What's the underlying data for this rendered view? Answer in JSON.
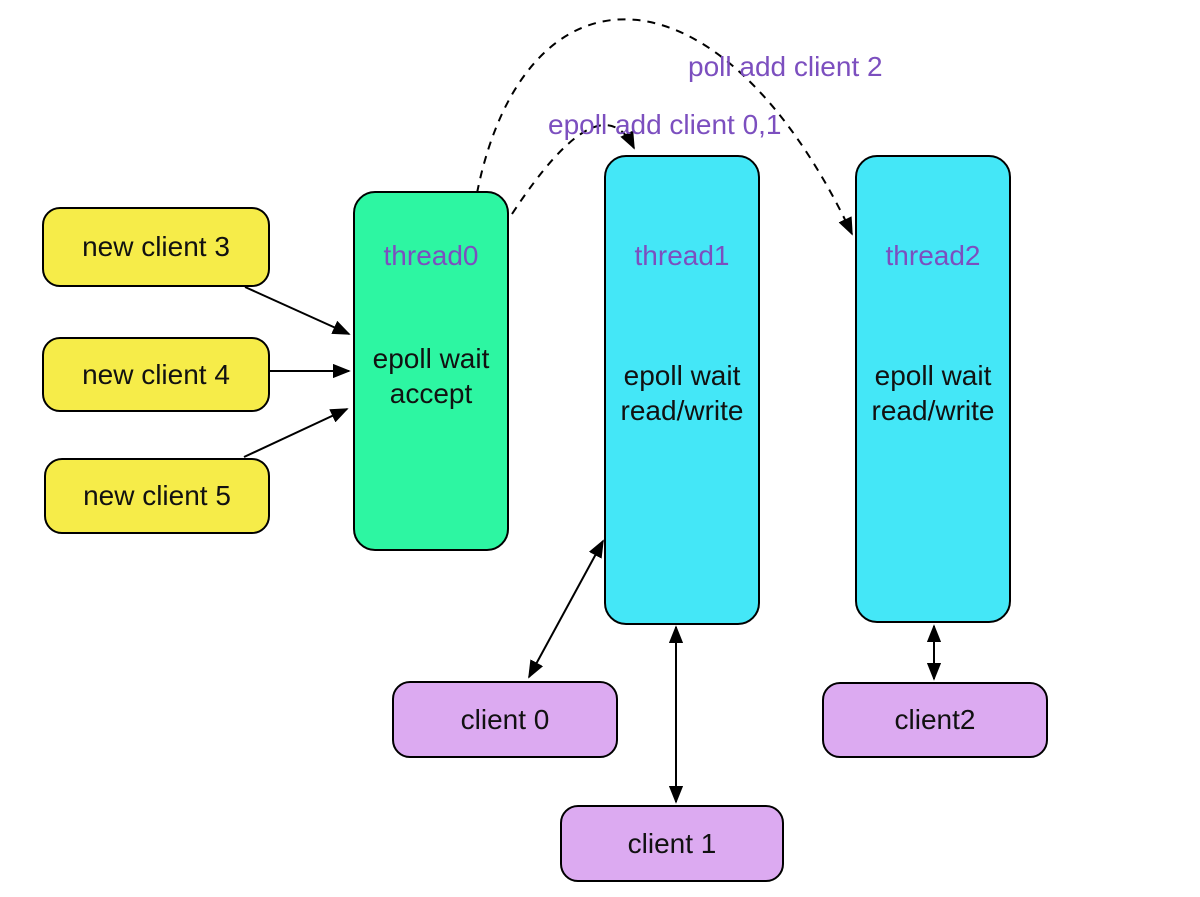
{
  "diagram": {
    "background": "#ffffff",
    "colors": {
      "new_client_fill": "#f6ec49",
      "accept_thread_fill": "#2df6a2",
      "worker_thread_fill": "#44e7f7",
      "client_fill": "#dcaaf1",
      "annotation_text": "#7c4fbf",
      "outline": "#000000"
    }
  },
  "nodes": {
    "new_client_3": {
      "label": "new client 3"
    },
    "new_client_4": {
      "label": "new client 4"
    },
    "new_client_5": {
      "label": "new client 5"
    },
    "thread0": {
      "title": "thread0",
      "body_line1": "epoll wait",
      "body_line2": "accept"
    },
    "thread1": {
      "title": "thread1",
      "body_line1": "epoll wait",
      "body_line2": "read/write"
    },
    "thread2": {
      "title": "thread2",
      "body_line1": "epoll wait",
      "body_line2": "read/write"
    },
    "client_0": {
      "label": "client 0"
    },
    "client_1": {
      "label": "client 1"
    },
    "client_2": {
      "label": "client2"
    }
  },
  "annotations": {
    "epoll_add": {
      "text": "epoll add client 0,1",
      "color": "#7c4fbf"
    },
    "poll_add": {
      "text": "poll add client 2",
      "color": "#7c4fbf"
    }
  },
  "edges": [
    {
      "from": "new client 3",
      "to": "thread0",
      "style": "solid",
      "direction": "one-way"
    },
    {
      "from": "new client 4",
      "to": "thread0",
      "style": "solid",
      "direction": "one-way"
    },
    {
      "from": "new client 5",
      "to": "thread0",
      "style": "solid",
      "direction": "one-way"
    },
    {
      "from": "thread1",
      "to": "client 0",
      "style": "solid",
      "direction": "two-way"
    },
    {
      "from": "thread1",
      "to": "client 1",
      "style": "solid",
      "direction": "two-way"
    },
    {
      "from": "thread2",
      "to": "client2",
      "style": "solid",
      "direction": "two-way"
    },
    {
      "from": "thread0",
      "to": "thread1",
      "style": "dashed",
      "direction": "one-way",
      "label": "epoll add client 0,1"
    },
    {
      "from": "thread0",
      "to": "thread2",
      "style": "dashed",
      "direction": "one-way",
      "label": "poll add client 2"
    }
  ]
}
